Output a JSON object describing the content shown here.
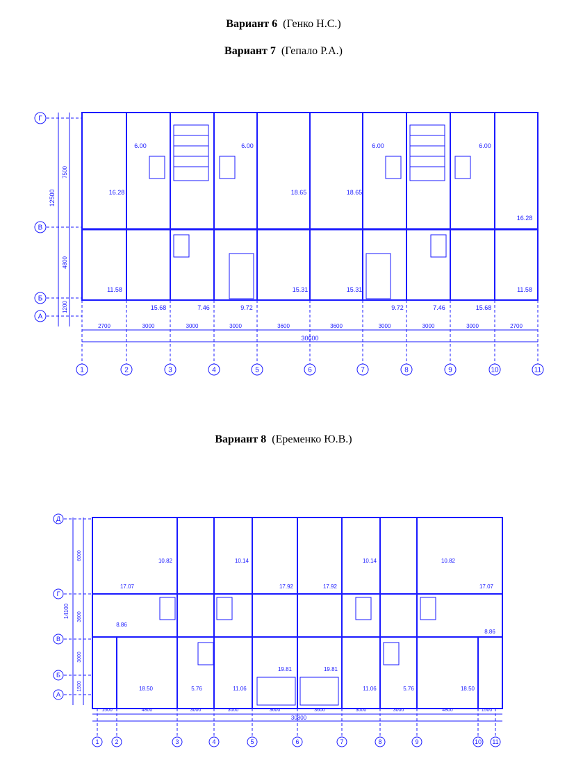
{
  "headings": [
    {
      "variant": "Вариант 6",
      "author": "(Генко Н.С.)"
    },
    {
      "variant": "Вариант 7",
      "author": "(Гепало Р.А.)"
    },
    {
      "variant": "Вариант 8",
      "author": "(Еременко Ю.В.)"
    }
  ],
  "plan1": {
    "row_axes": [
      "Г",
      "В",
      "Б",
      "А"
    ],
    "col_axes": [
      "1",
      "2",
      "3",
      "4",
      "5",
      "6",
      "7",
      "8",
      "9",
      "10",
      "11"
    ],
    "spans": [
      "2700",
      "3000",
      "3000",
      "3000",
      "3600",
      "3600",
      "3000",
      "3000",
      "3000",
      "2700"
    ],
    "total": "30600",
    "vertical_dims": [
      "7500",
      "4800",
      "1200"
    ],
    "vertical_total": "12500",
    "areas": [
      "6.00",
      "6.00",
      "6.00",
      "6.00",
      "16.28",
      "18.65",
      "18.65",
      "16.28",
      "11.58",
      "15.68",
      "7.46",
      "9.72",
      "15.31",
      "15.31",
      "9.72",
      "7.46",
      "15.68",
      "11.58"
    ]
  },
  "plan2": {
    "row_axes": [
      "Д",
      "Г",
      "В",
      "Б",
      "А"
    ],
    "col_axes": [
      "1",
      "2",
      "3",
      "4",
      "5",
      "6",
      "7",
      "8",
      "9",
      "10",
      "11"
    ],
    "spans": [
      "1500",
      "4800",
      "3000",
      "3000",
      "3600",
      "3600",
      "3000",
      "3000",
      "4800",
      "1500"
    ],
    "total": "30800",
    "vertical_dims": [
      "6000",
      "3600",
      "3000",
      "1500"
    ],
    "vertical_total": "14100",
    "areas": [
      "10.82",
      "10.14",
      "10.14",
      "10.82",
      "17.07",
      "17.92",
      "17.92",
      "17.07",
      "8.86",
      "8.86",
      "19.81",
      "19.81",
      "18.50",
      "5.76",
      "11.06",
      "11.06",
      "5.76",
      "18.50"
    ]
  }
}
